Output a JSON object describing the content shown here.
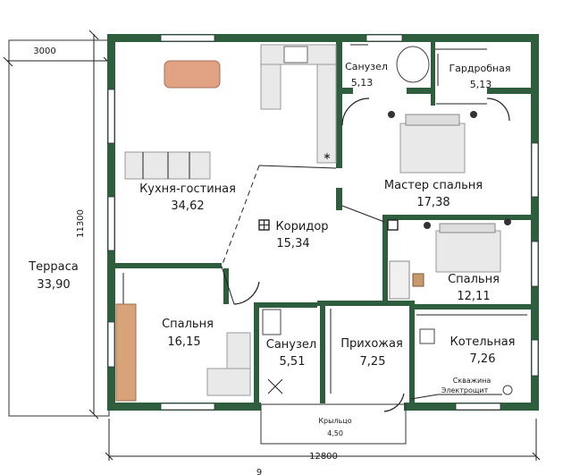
{
  "plan": {
    "dimensions": {
      "terrace_width": "3000",
      "building_height": "11300",
      "building_width": "12800",
      "porch_width": "4,50",
      "bottom_partial": "9"
    },
    "rooms": [
      {
        "name": "Кухня-гостиная",
        "area": "34,62"
      },
      {
        "name": "Санузел",
        "area": "5,13"
      },
      {
        "name": "Гардробная",
        "area": "5,13"
      },
      {
        "name": "Мастер спальня",
        "area": "17,38"
      },
      {
        "name": "Коридор",
        "area": "15,34"
      },
      {
        "name": "Спальня",
        "area": "12,11"
      },
      {
        "name": "Терраса",
        "area": "33,90"
      },
      {
        "name": "Спальня",
        "area": "16,15"
      },
      {
        "name": "Санузел",
        "area": "5,51"
      },
      {
        "name": "Прихожая",
        "area": "7,25"
      },
      {
        "name": "Котельная",
        "area": "7,26"
      },
      {
        "name": "Крыльцо",
        "area": "4,50"
      }
    ],
    "annotations": {
      "well": "Скважина",
      "electric_panel": "Электрощит"
    }
  },
  "colors": {
    "wall": "#2f5e3e",
    "furniture": "#e9e9e9",
    "sofa_wood": "#d9a37a",
    "table": "#e1a183"
  }
}
